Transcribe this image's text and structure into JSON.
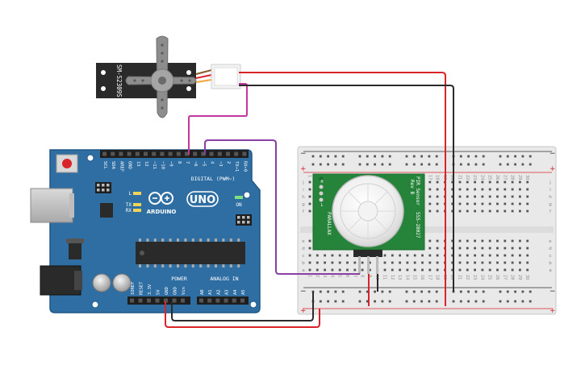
{
  "servo": {
    "model": "SM-S2309S"
  },
  "arduino": {
    "brand": "ARDUINO",
    "model": "UNO",
    "on_label": "ON",
    "digital_header": "DIGITAL (PWM~)",
    "analog_header": "ANALOG IN",
    "power_header": "POWER",
    "led_l": "L",
    "led_tx": "TX",
    "led_rx": "RX",
    "digital_pins": [
      "SCL",
      "SDA",
      "AREF",
      "GND",
      "13",
      "12",
      "~11",
      "~10",
      "~9",
      "8",
      "7",
      "~6",
      "~5",
      "4",
      "~3",
      "2",
      "TX→1",
      "RX←0"
    ],
    "power_pins": [
      "IOREF",
      "RESET",
      "3.3V",
      "5V",
      "GND",
      "GND",
      "Vin"
    ],
    "analog_pins": [
      "A0",
      "A1",
      "A2",
      "A3",
      "A4",
      "A5"
    ]
  },
  "pir": {
    "title": "PIR Sensor",
    "rev": "Rev B",
    "brand": "PARALLAX",
    "part": "555-28027",
    "jumper": [
      "H",
      "L"
    ]
  },
  "breadboard": {
    "columns": [
      "1",
      "2",
      "3",
      "4",
      "5",
      "6",
      "7",
      "8",
      "9",
      "10",
      "11",
      "12",
      "13",
      "14",
      "15",
      "16",
      "17",
      "18",
      "19",
      "20",
      "21",
      "22",
      "23",
      "24",
      "25",
      "26",
      "27",
      "28",
      "29",
      "30"
    ],
    "rows_top": [
      "j",
      "i",
      "h",
      "g",
      "f"
    ],
    "rows_bottom": [
      "e",
      "d",
      "c",
      "b",
      "a"
    ]
  },
  "colors": {
    "board": "#2f6ea3",
    "board_edge": "#1f5686",
    "wire_red": "#d9232b",
    "wire_black": "#2b2b2b",
    "wire_magenta": "#c2379c",
    "wire_purple": "#8a3fa3",
    "pcb_green": "#25833a"
  }
}
